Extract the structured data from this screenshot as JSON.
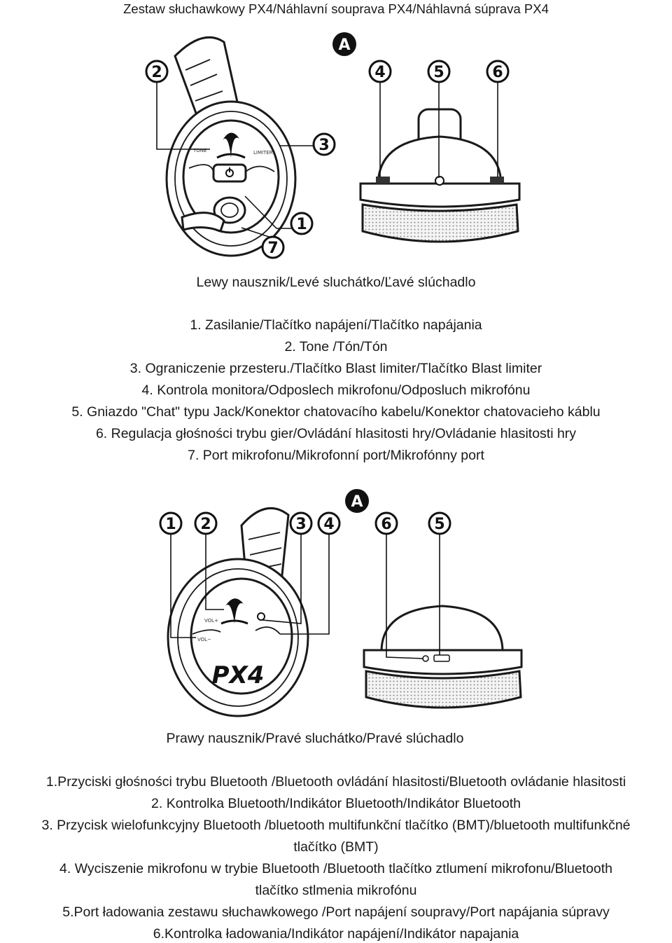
{
  "title": "Zestaw słuchawkowy PX4/Náhlavní souprava PX4/Náhlavná súprava PX4",
  "left": {
    "badge": "A",
    "callouts": [
      "1",
      "2",
      "3",
      "4",
      "5",
      "6",
      "7"
    ],
    "caption": "Lewy nausznik/Levé sluchátko/Ľavé slúchadlo",
    "items": [
      "1. Zasilanie/Tlačítko napájení/Tlačítko napájania",
      "2. Tone /Tón/Tón",
      "3. Ograniczenie przesteru./Tlačítko Blast limiter/Tlačítko Blast limiter",
      "4. Kontrola monitora/Odposlech mikrofonu/Odposluch mikrofónu",
      "5. Gniazdo \"Chat\" typu Jack/Konektor chatovacího kabelu/Konektor chatovacieho káblu",
      "6. Regulacja głośności trybu gier/Ovládání hlasitosti hry/Ovládanie hlasitosti hry",
      "7. Port mikrofonu/Mikrofonní port/Mikrofónny port"
    ]
  },
  "right": {
    "badge": "A",
    "callouts": [
      "1",
      "2",
      "3",
      "4",
      "6",
      "5"
    ],
    "logo": "PX4",
    "caption": "Prawy nausznik/Pravé sluchátko/Pravé slúchadlo",
    "items": [
      "1.Przyciski głośności trybu Bluetooth /Bluetooth ovládání hlasitosti/Bluetooth ovládanie hlasitosti",
      "2. Kontrolka Bluetooth/Indikátor Bluetooth/Indikátor Bluetooth",
      "3. Przycisk wielofunkcyjny Bluetooth /bluetooth multifunkční tlačítko (BMT)/bluetooth multifunkčné",
      "tlačítko (BMT)",
      "4. Wyciszenie mikrofonu w trybie Bluetooth /Bluetooth tlačítko ztlumení mikrofonu/Bluetooth",
      "tlačítko stlmenia mikrofónu",
      "5.Port ładowania zestawu słuchawkowego /Port napájení soupravy/Port napájania súpravy",
      "6.Kontrolka ładowania/Indikátor napájení/Indikátor napajania"
    ]
  }
}
